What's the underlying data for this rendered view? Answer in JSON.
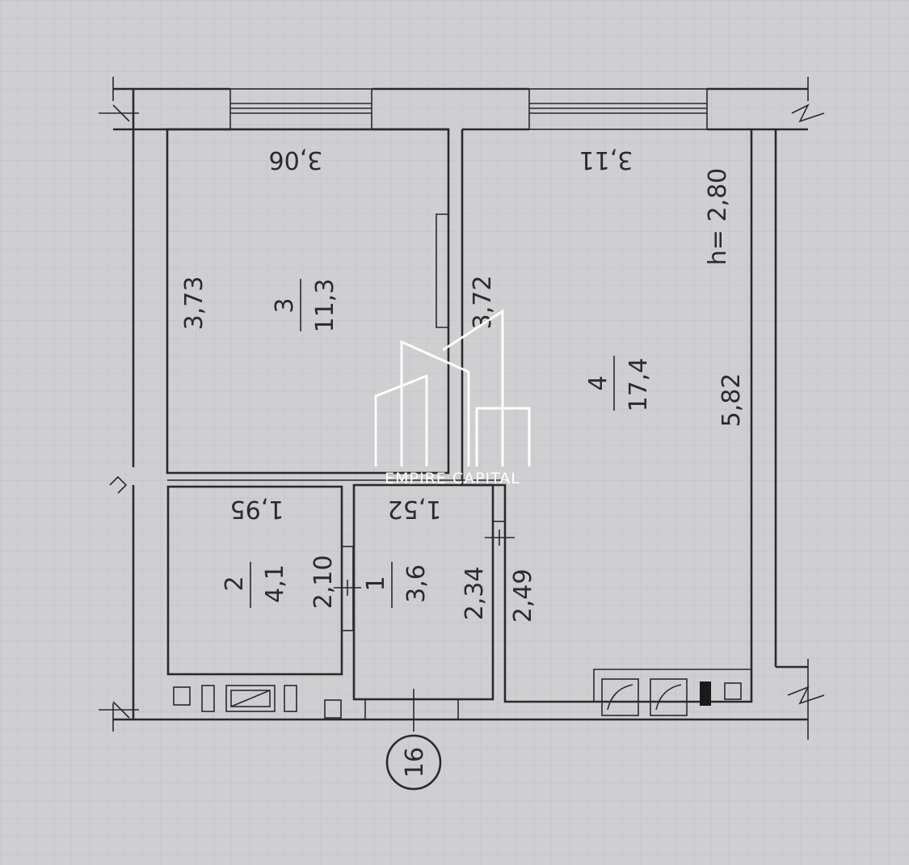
{
  "rooms": [
    {
      "number": "3",
      "area": "11,3"
    },
    {
      "number": "4",
      "area": "17,4"
    },
    {
      "number": "2",
      "area": "4,1"
    },
    {
      "number": "1",
      "area": "3,6"
    }
  ],
  "dimensions": {
    "room3_width": "3,06",
    "room3_length": "3,73",
    "room4_width": "3,11",
    "room4_length": "3,72",
    "room4_length_2": "5,82",
    "ceiling_height": "h= 2,80",
    "room2_width": "1,95",
    "room2_length": "2,10",
    "room1_width": "1,52",
    "room1_length": "2,34",
    "corridor_length": "2,49"
  },
  "axis_label": "16",
  "watermark_text": "EMPIRE CAPITAL"
}
